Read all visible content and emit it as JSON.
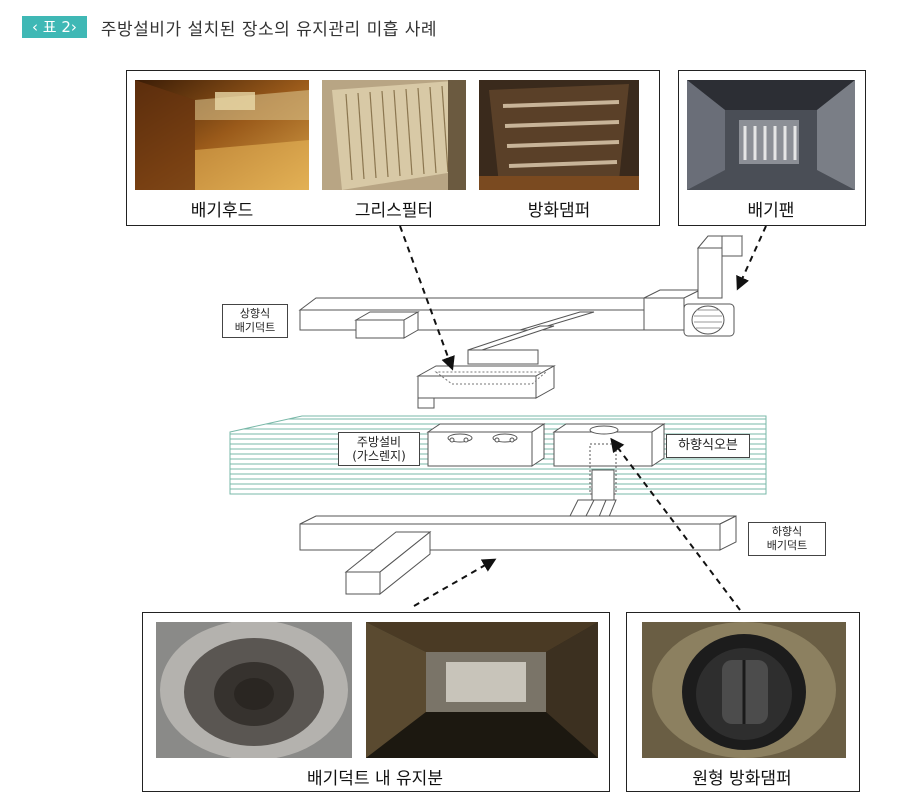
{
  "header": {
    "badge": "‹ 표 2›",
    "title": "주방설비가 설치된 장소의 유지관리 미흡 사례"
  },
  "top_photos": {
    "hood": "배기후드",
    "grease_filter": "그리스필터",
    "fire_damper": "방화댐퍼",
    "exhaust_fan": "배기팬"
  },
  "diagram_labels": {
    "upward_duct": [
      "상향식",
      "배기덕트"
    ],
    "kitchen_equipment": [
      "주방설비",
      "(가스렌지)"
    ],
    "downward_oven": "하향식오븐",
    "downward_duct": [
      "하향식",
      "배기덕트"
    ]
  },
  "bottom_photos": {
    "duct_grease": "배기덕트 내 유지분",
    "round_damper": "원형 방화댐퍼"
  },
  "colors": {
    "accent": "#3fb8b5",
    "floor_lines": "#79b8a8"
  }
}
